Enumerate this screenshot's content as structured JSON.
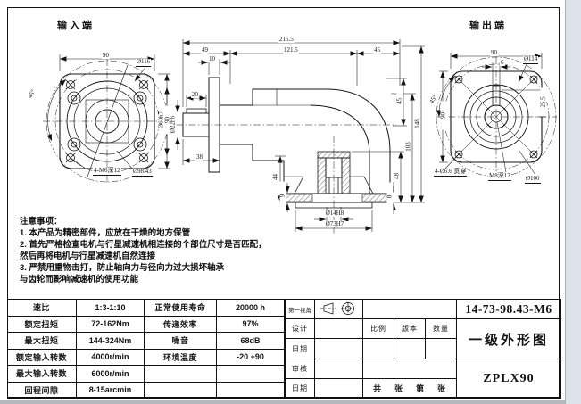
{
  "sheet": {
    "paper_color": "#ffffff",
    "line_color": "#141414",
    "right_margin_color": "#dde3eb",
    "bottom_margin_color": "#b4b7bb"
  },
  "views": {
    "input_view": {
      "title": "输入端",
      "dim_width": "90",
      "dim_height": "90",
      "dim_corner_circle": "Ø116",
      "dim_angle": "45°",
      "label_tapped_holes": "4-M6深12",
      "label_bolt_circle": "Ø98.43"
    },
    "output_view": {
      "title": "输出端",
      "dim_width": "90",
      "dim_height": "90",
      "dim_key_width": "6",
      "dim_corner_circle": "Ø114",
      "dim_angle": "45°",
      "dim_key_height": "25.5",
      "label_through_holes": "4-Ø6.6 贯穿",
      "label_center_tap": "M8深12",
      "label_bolt_circle": "Ø100"
    },
    "side_view": {
      "dim_overall_length": "215.5",
      "dim_seg_left": "49",
      "dim_seg_mid": "121.5",
      "dim_seg_right": "45",
      "dim_flange_thickness": "10",
      "dim_key_length": "20",
      "dim_shaft_length": "38",
      "dim_output_pilot": "Ø60h7",
      "dim_output_shaft": "Ø22h6",
      "dim_right_upper": "45",
      "dim_height_total": "148",
      "dim_height_mid": "103",
      "dim_height_lower": "48",
      "dim_flange_plate": "8",
      "dim_left_lower": "44",
      "dim_left_lip": "9",
      "dim_input_bore": "Ø14H8",
      "dim_input_pilot": "Ø73H7"
    }
  },
  "notes": {
    "title": "注意事项：",
    "lines": [
      "1. 本产品为精密部件，应放在干燥的地方保管",
      "2. 首先严格检查电机与行星减速机相连接的个部位尺寸是否匹配，",
      "然后再将电机与行星减速机自然连接",
      "3. 严禁用重物击打，防止轴向力与径向力过大损坏轴承",
      "与齿轮而影响减速机的使用功能"
    ]
  },
  "spec": {
    "rows": [
      [
        "速比",
        "1:3-1:10",
        "正常使用寿命",
        "20000 h"
      ],
      [
        "额定扭矩",
        "72-162Nm",
        "传递效率",
        "97%"
      ],
      [
        "最大扭矩",
        "144-324Nm",
        "噪音",
        "68dB"
      ],
      [
        "额定输入转数",
        "4000r/min",
        "环境温度",
        "-20 +90"
      ],
      [
        "最大输入转数",
        "6000r/min",
        "",
        ""
      ],
      [
        "回程间隙",
        "8-15arcmin",
        "",
        ""
      ]
    ]
  },
  "title_block": {
    "first_angle_label": "第一视角",
    "design_label": "设计",
    "date_label_1": "日期",
    "review_label": "审核",
    "date_label_2": "日期",
    "scale_label": "比例",
    "version_label": "版本",
    "quantity_label": "数量",
    "sheet_count": "共    张    第    张",
    "drawing_code": "14-73-98.43-M6",
    "drawing_name": "一级外形图",
    "model": "ZPLX90"
  }
}
